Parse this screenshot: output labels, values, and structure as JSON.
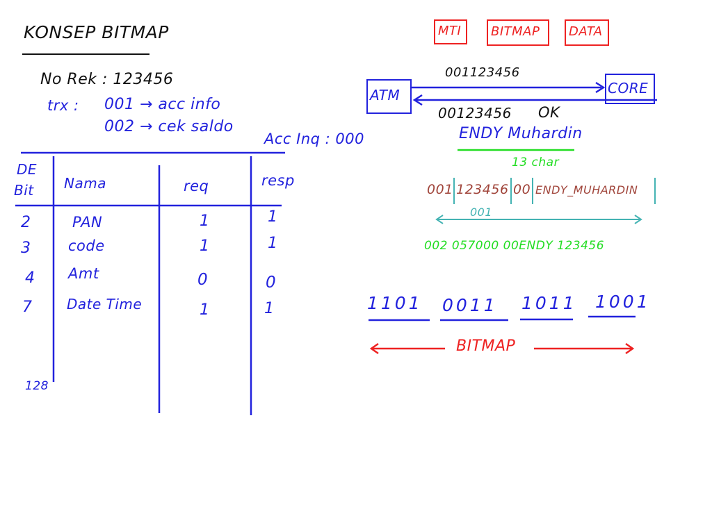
{
  "colors": {
    "ink_black": "#111111",
    "ink_blue": "#2222dd",
    "ink_red": "#ee2222",
    "ink_green": "#22dd22",
    "ink_brown": "#a0443a",
    "ink_teal": "#44b3b3",
    "background": "#ffffff"
  },
  "title": "KONSEP BITMAP",
  "left_notes": {
    "no_rek": "No Rek : 123456",
    "trx_label": "trx :",
    "trx_items": [
      "001 → acc info",
      "002 → cek saldo"
    ],
    "acc_inq": "Acc Inq : 000"
  },
  "table": {
    "headers": {
      "de_bit_line1": "DE",
      "de_bit_line2": "Bit",
      "nama": "Nama",
      "req": "req",
      "resp": "resp"
    },
    "rows": [
      {
        "bit": "2",
        "nama": "PAN",
        "req": "1",
        "resp": "1"
      },
      {
        "bit": "3",
        "nama": "code",
        "req": "1",
        "resp": "1"
      },
      {
        "bit": "4",
        "nama": "Amt",
        "req": "0",
        "resp": "0"
      },
      {
        "bit": "7",
        "nama": "Date Time",
        "req": "1",
        "resp": "1"
      }
    ],
    "last_bit": "128"
  },
  "message_parts": [
    "MTI",
    "BITMAP",
    "DATA"
  ],
  "flow": {
    "left_node": "ATM",
    "right_node": "CORE",
    "request": "001123456",
    "response": "00123456",
    "response_status": "OK",
    "name": "ENDY Muhardin"
  },
  "message_example": {
    "char_count": "13 char",
    "segments": [
      "001",
      "123456",
      "00",
      "ENDY_MUHARDIN"
    ],
    "span_label": "001",
    "second_message": "002 057000 00ENDY 123456"
  },
  "bitmap": {
    "groups": [
      "1101",
      "0011",
      "1011",
      "1001"
    ],
    "label": "BITMAP"
  }
}
